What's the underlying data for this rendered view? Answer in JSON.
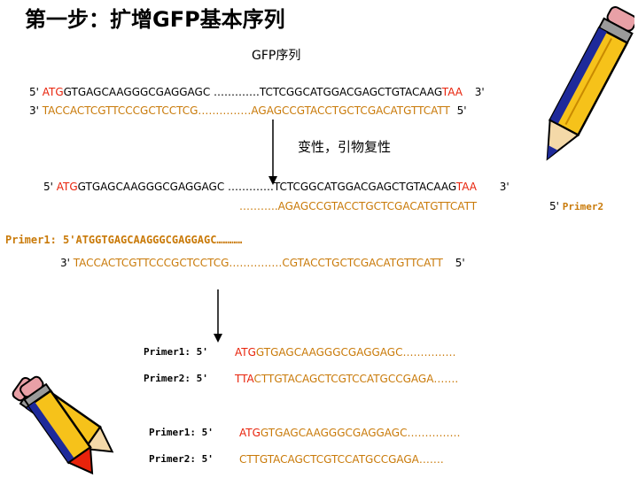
{
  "title": "第一步：扩增GFP基本序列",
  "subtitle": "GFP序列",
  "block1": {
    "top": {
      "p5": "5'",
      "start": "ATG",
      "mid": "GTGAGCAAGGGCGAGGAGC ………….TCTCGGCATGGACGAGCTGTACAAG",
      "stop": "TAA",
      "p3": "3'"
    },
    "bottom": {
      "p3": "3'",
      "seq": "TACCACTCGTTCCCGCTCCTCG……………AGAGCCGTACCTGCTCGACATGTTCATT",
      "p5": "5'"
    }
  },
  "step_label": "变性，引物复性",
  "block2": {
    "top": {
      "p5": "5'",
      "start": "ATG",
      "mid": "GTGAGCAAGGGCGAGGAGC ………….TCTCGGCATGGACGAGCTGTACAAG",
      "stop": "TAA",
      "p3": "3'"
    },
    "primer2": {
      "seq": "………..AGAGCCGTACCTGCTCGACATGTTCATT",
      "p5": "5'",
      "name": "Primer2"
    }
  },
  "block3": {
    "primer1": "Primer1: 5'ATGGTGAGCAAGGGCGAGGAGC…………",
    "template": {
      "p3": "3'",
      "seq": "TACCACTCGTTCCCGCTCCTCG……………CGTACCTGCTCGACATGTTCATT",
      "p5": "5'"
    }
  },
  "table1": [
    {
      "label": "Primer1: 5'",
      "start": "ATG",
      "rest": "GTGAGCAAGGGCGAGGAGC……………"
    },
    {
      "label": "Primer2: 5'",
      "start": "TTA",
      "rest": "CTTGTACAGCTCGTCCATGCCGAGA……."
    }
  ],
  "table2": [
    {
      "label": "Primer1: 5'",
      "start": "ATG",
      "rest": "GTGAGCAAGGGCGAGGAGC……………"
    },
    {
      "label": "Primer2: 5'",
      "start": "",
      "rest": "CTTGTACAGCTCGTCCATGCCGAGA……."
    }
  ],
  "colors": {
    "red": "#e8230b",
    "orange": "#c97a09",
    "pencil_yellow": "#f6c21a",
    "pencil_blue": "#1e2a9a"
  }
}
